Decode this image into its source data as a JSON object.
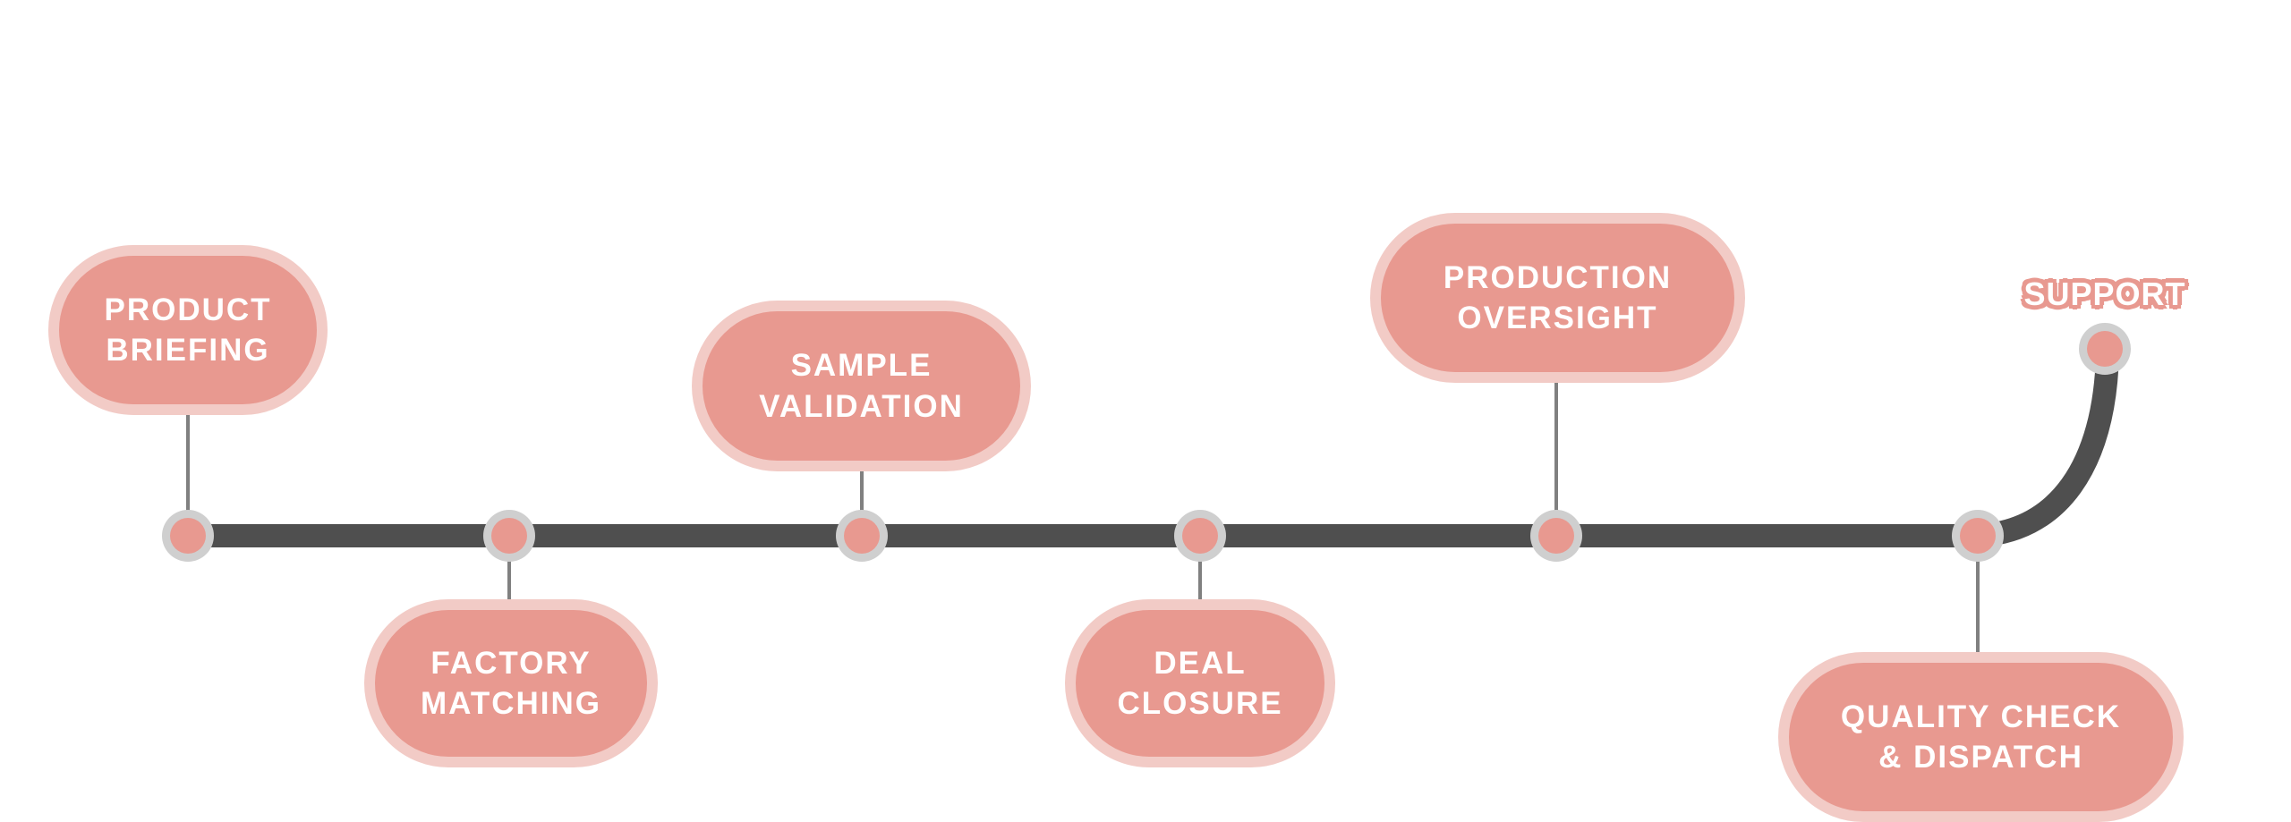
{
  "colors": {
    "track": "#4f4f4f",
    "node_fill": "#e89990",
    "node_halo": "#cfcfcf",
    "pill_fill": "#e89990",
    "pill_border": "#f2cbc6",
    "connector": "#808080"
  },
  "steps": [
    {
      "line1": "PRODUCT",
      "line2": "BRIEFING"
    },
    {
      "line1": "FACTORY",
      "line2": "MATCHING"
    },
    {
      "line1": "SAMPLE",
      "line2": "VALIDATION"
    },
    {
      "line1": "DEAL",
      "line2": "CLOSURE"
    },
    {
      "line1": "PRODUCTION",
      "line2": "OVERSIGHT"
    },
    {
      "line1": "QUALITY CHECK",
      "line2": "& DISPATCH"
    }
  ],
  "final_step": "SUPPORT"
}
